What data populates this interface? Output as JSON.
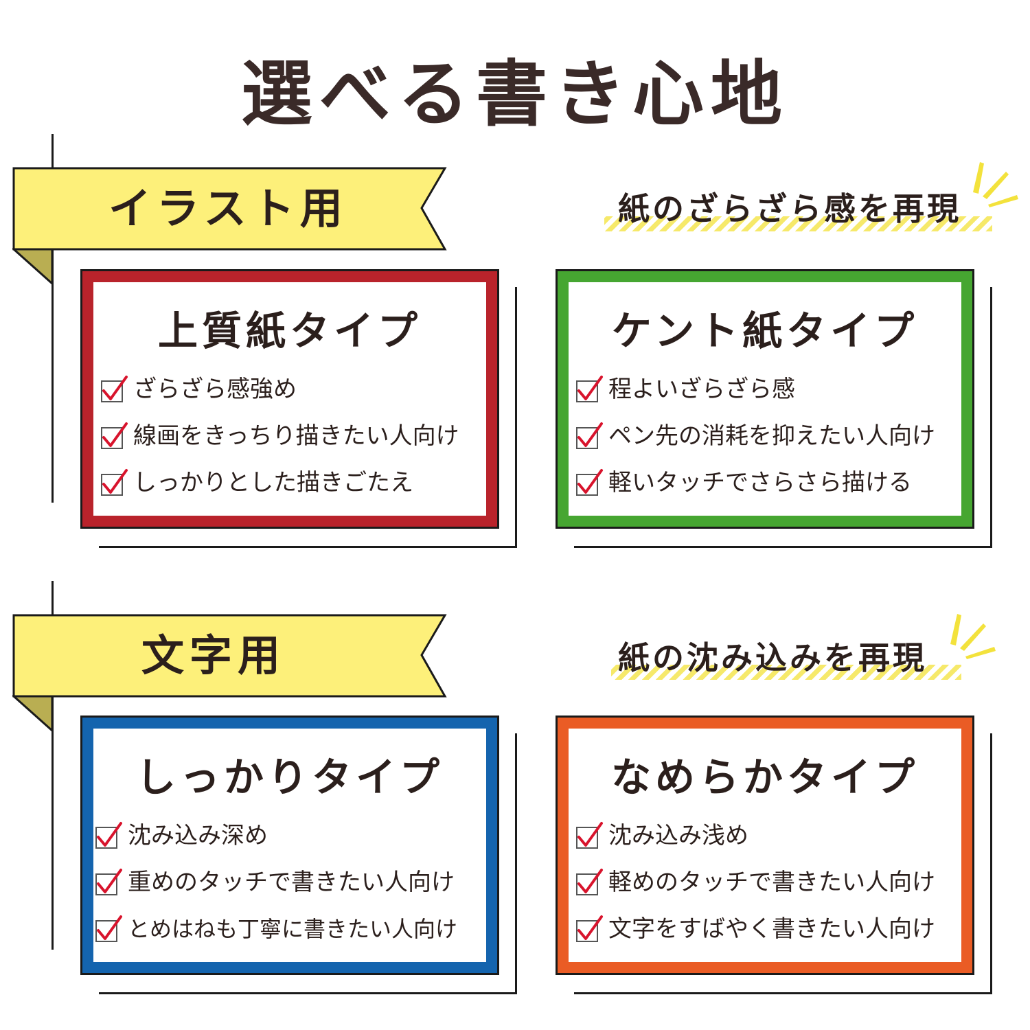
{
  "title": "選べる書き心地",
  "colors": {
    "banner": "#fdf07a",
    "banner_fold": "#b9ae52",
    "card_red": "#b9232b",
    "card_green": "#46a631",
    "card_blue": "#1464ae",
    "card_orange": "#ea5c25",
    "check": "#d8132c",
    "text": "#2b1f1c"
  },
  "sections": [
    {
      "banner": "イラスト用",
      "tagline": "紙のざらざら感を再現",
      "cards": [
        {
          "title": "上質紙タイプ",
          "items": [
            "ざらざら感強め",
            "線画をきっちり描きたい人向け",
            "しっかりとした描きごたえ"
          ]
        },
        {
          "title": "ケント紙タイプ",
          "items": [
            "程よいざらざら感",
            "ペン先の消耗を抑えたい人向け",
            "軽いタッチでさらさら描ける"
          ]
        }
      ]
    },
    {
      "banner": "文字用",
      "tagline": "紙の沈み込みを再現",
      "cards": [
        {
          "title": "しっかりタイプ",
          "items": [
            "沈み込み深め",
            "重めのタッチで書きたい人向け",
            "とめはねも丁寧に書きたい人向け"
          ]
        },
        {
          "title": "なめらかタイプ",
          "items": [
            "沈み込み浅め",
            "軽めのタッチで書きたい人向け",
            "文字をすばやく書きたい人向け"
          ]
        }
      ]
    }
  ]
}
